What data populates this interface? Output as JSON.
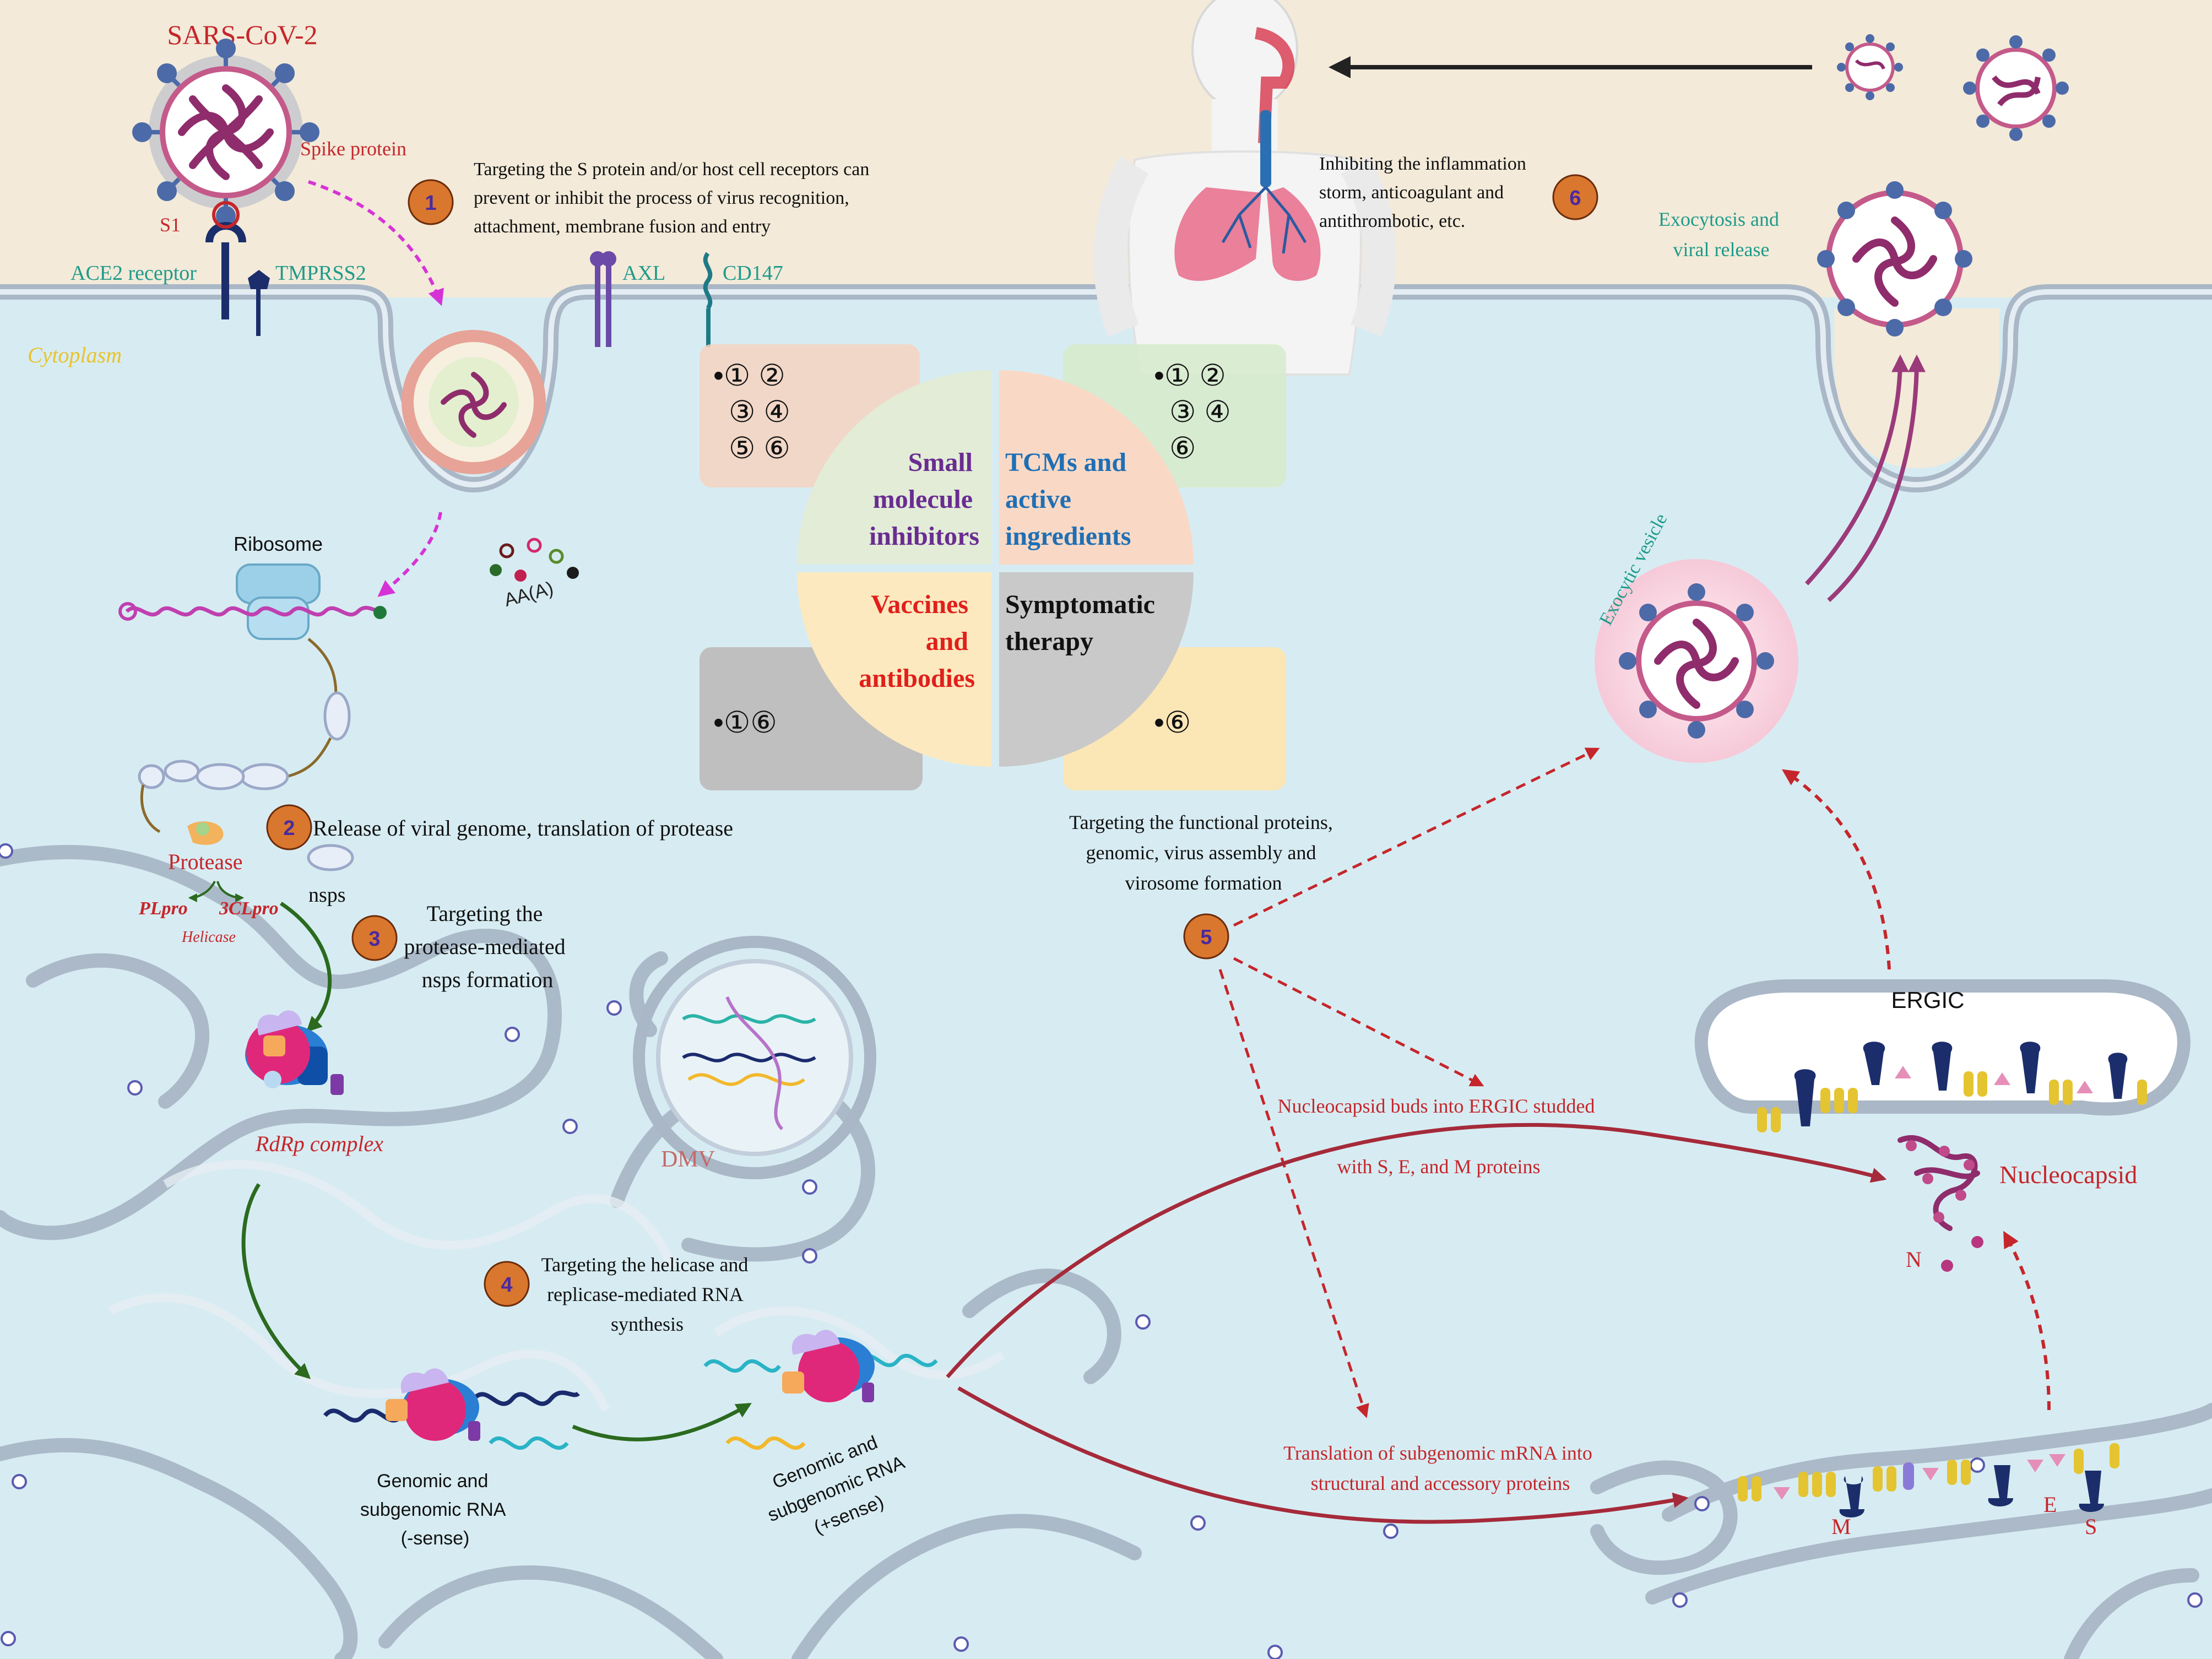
{
  "virus": {
    "name": "SARS-CoV-2",
    "spike_label": "Spike protein",
    "s1_label": "S1"
  },
  "receptors": {
    "ace2": "ACE2 receptor",
    "tmprss2": "TMPRSS2",
    "axl": "AXL",
    "cd147": "CD147"
  },
  "regions": {
    "cytoplasm": "Cytoplasm",
    "dmv": "DMV",
    "ergic": "ERGIC"
  },
  "steps": [
    {
      "number": "1",
      "lines": [
        "Targeting the S protein and/or host cell receptors can",
        "prevent or inhibit the process of virus recognition,",
        "attachment, membrane fusion and entry"
      ]
    },
    {
      "number": "2",
      "lines": [
        "Release of viral genome, translation of protease"
      ]
    },
    {
      "number": "3",
      "lines": [
        "Targeting the",
        "protease-mediated",
        "nsps formation"
      ]
    },
    {
      "number": "4",
      "lines": [
        "Targeting the helicase and",
        "replicase-mediated RNA",
        "synthesis"
      ]
    },
    {
      "number": "5",
      "lines": [
        "Targeting the functional proteins,",
        "genomic, virus assembly and",
        "virosome formation"
      ]
    },
    {
      "number": "6",
      "lines": [
        "Inhibiting the inflammation",
        "storm, anticoagulant and",
        "antithrombotic, etc."
      ]
    }
  ],
  "labels": {
    "ribosome": "Ribosome",
    "aa": "AA(A)",
    "protease": "Protease",
    "plpro": "PLpro",
    "clpro": "3CLpro",
    "helicase": "Helicase",
    "nsps": "nsps",
    "rdrp": "RdRp complex",
    "rna_minus": [
      "Genomic and",
      "subgenomic RNA",
      "(-sense)"
    ],
    "rna_plus": [
      "Genomic and",
      "subgenomic RNA",
      "(+sense)"
    ],
    "nucleocapsid_buds": [
      "Nucleocapsid buds into ERGIC studded",
      "with S, E, and M proteins"
    ],
    "translation": [
      "Translation of subgenomic mRNA into",
      "structural and accessory proteins"
    ],
    "nucleocapsid": "Nucleocapsid",
    "n": "N",
    "m": "M",
    "e": "E",
    "s": "S",
    "exocytic_vesicle": "Exocytic vesicle",
    "exocytosis": [
      "Exocytosis and",
      "viral release"
    ]
  },
  "quadrants": [
    {
      "key": "small",
      "lines": [
        "Small",
        "molecule",
        "inhibitors"
      ],
      "color": "#6a2c91",
      "card": "•① ②\n③ ④\n⑤ ⑥"
    },
    {
      "key": "tcm",
      "lines": [
        "TCMs and",
        "active",
        "ingredients"
      ],
      "color": "#1f6fb5",
      "card": "•① ②\n③ ④\n⑥"
    },
    {
      "key": "vaccine",
      "lines": [
        "Vaccines",
        "and",
        "antibodies"
      ],
      "color": "#e0201b",
      "card": "•①⑥"
    },
    {
      "key": "symptom",
      "lines": [
        "Symptomatic",
        "therapy"
      ],
      "color": "#111111",
      "card": "•⑥"
    }
  ],
  "colors": {
    "step_circle": "#d9772e",
    "step_number": "#4a2aa0",
    "red_text": "#c5262b",
    "teal_text": "#1f9a8a",
    "membrane": "#a9b7c6"
  }
}
